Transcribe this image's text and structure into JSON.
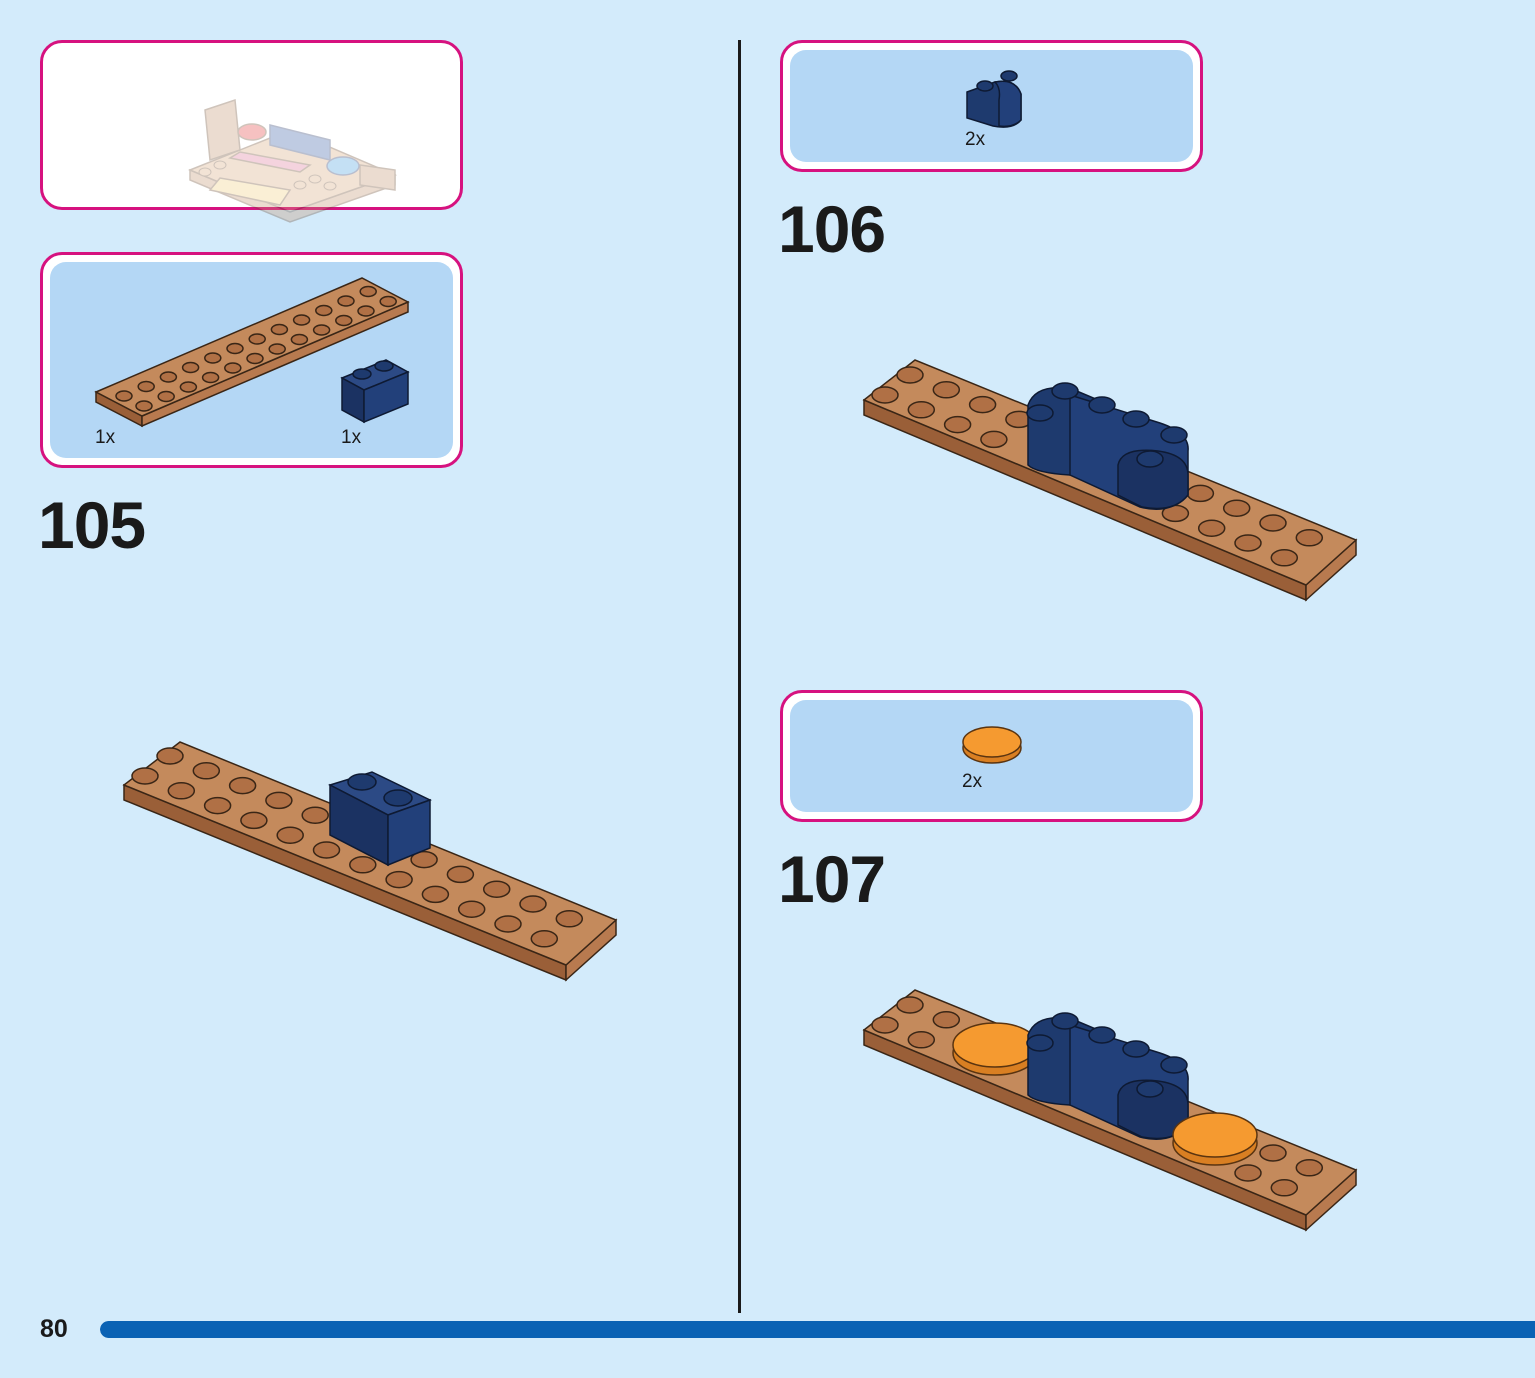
{
  "page": {
    "number": "80",
    "progress": 1.0
  },
  "colors": {
    "frame": "#d6127f",
    "panel": "#b4d7f5",
    "background": "#d3ebfb",
    "plate": "#b87a4f",
    "brick": "#1e3a6e",
    "tile": "#f59a30",
    "progress": "#0a62b4"
  },
  "steps": [
    {
      "number": "105",
      "parts": [
        {
          "name": "plate-2x12-icon",
          "qty": "1x"
        },
        {
          "name": "brick-1x2-icon",
          "qty": "1x"
        }
      ]
    },
    {
      "number": "106",
      "parts": [
        {
          "name": "round-corner-brick-icon",
          "qty": "2x"
        }
      ]
    },
    {
      "number": "107",
      "parts": [
        {
          "name": "round-tile-2x2-icon",
          "qty": "2x"
        }
      ]
    }
  ]
}
